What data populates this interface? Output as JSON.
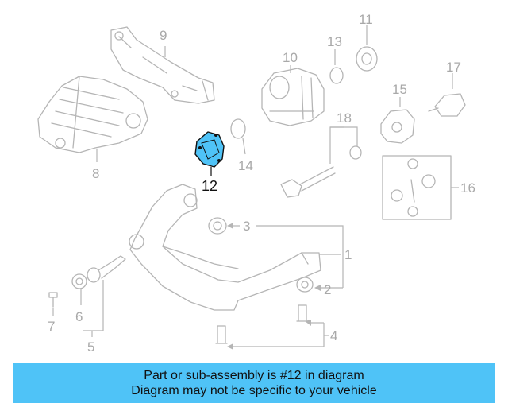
{
  "callouts": {
    "c1": "1",
    "c2": "2",
    "c3": "3",
    "c4": "4",
    "c5": "5",
    "c6": "6",
    "c7": "7",
    "c8": "8",
    "c9": "9",
    "c10": "10",
    "c11": "11",
    "c12": "12",
    "c13": "13",
    "c14": "14",
    "c15": "15",
    "c16": "16",
    "c17": "17",
    "c18": "18"
  },
  "highlight": {
    "part": "12",
    "color": "#4fc3f7"
  },
  "footer": {
    "line1": "Part or sub-assembly is #12 in diagram",
    "line2": "Diagram may not be specific to your vehicle",
    "background": "#4fc3f7"
  }
}
